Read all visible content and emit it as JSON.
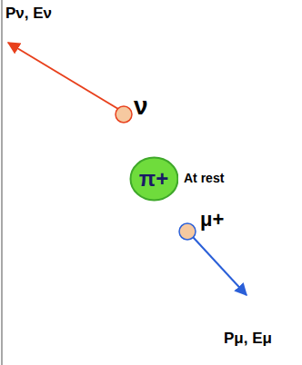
{
  "diagram": {
    "nodes": [
      {
        "text": [
          "π+"
        ]
      }
    ],
    "labels": [
      "Pν, Eν",
      "ν",
      "At rest",
      "μ+",
      "Pμ, Eμ"
    ]
  }
}
